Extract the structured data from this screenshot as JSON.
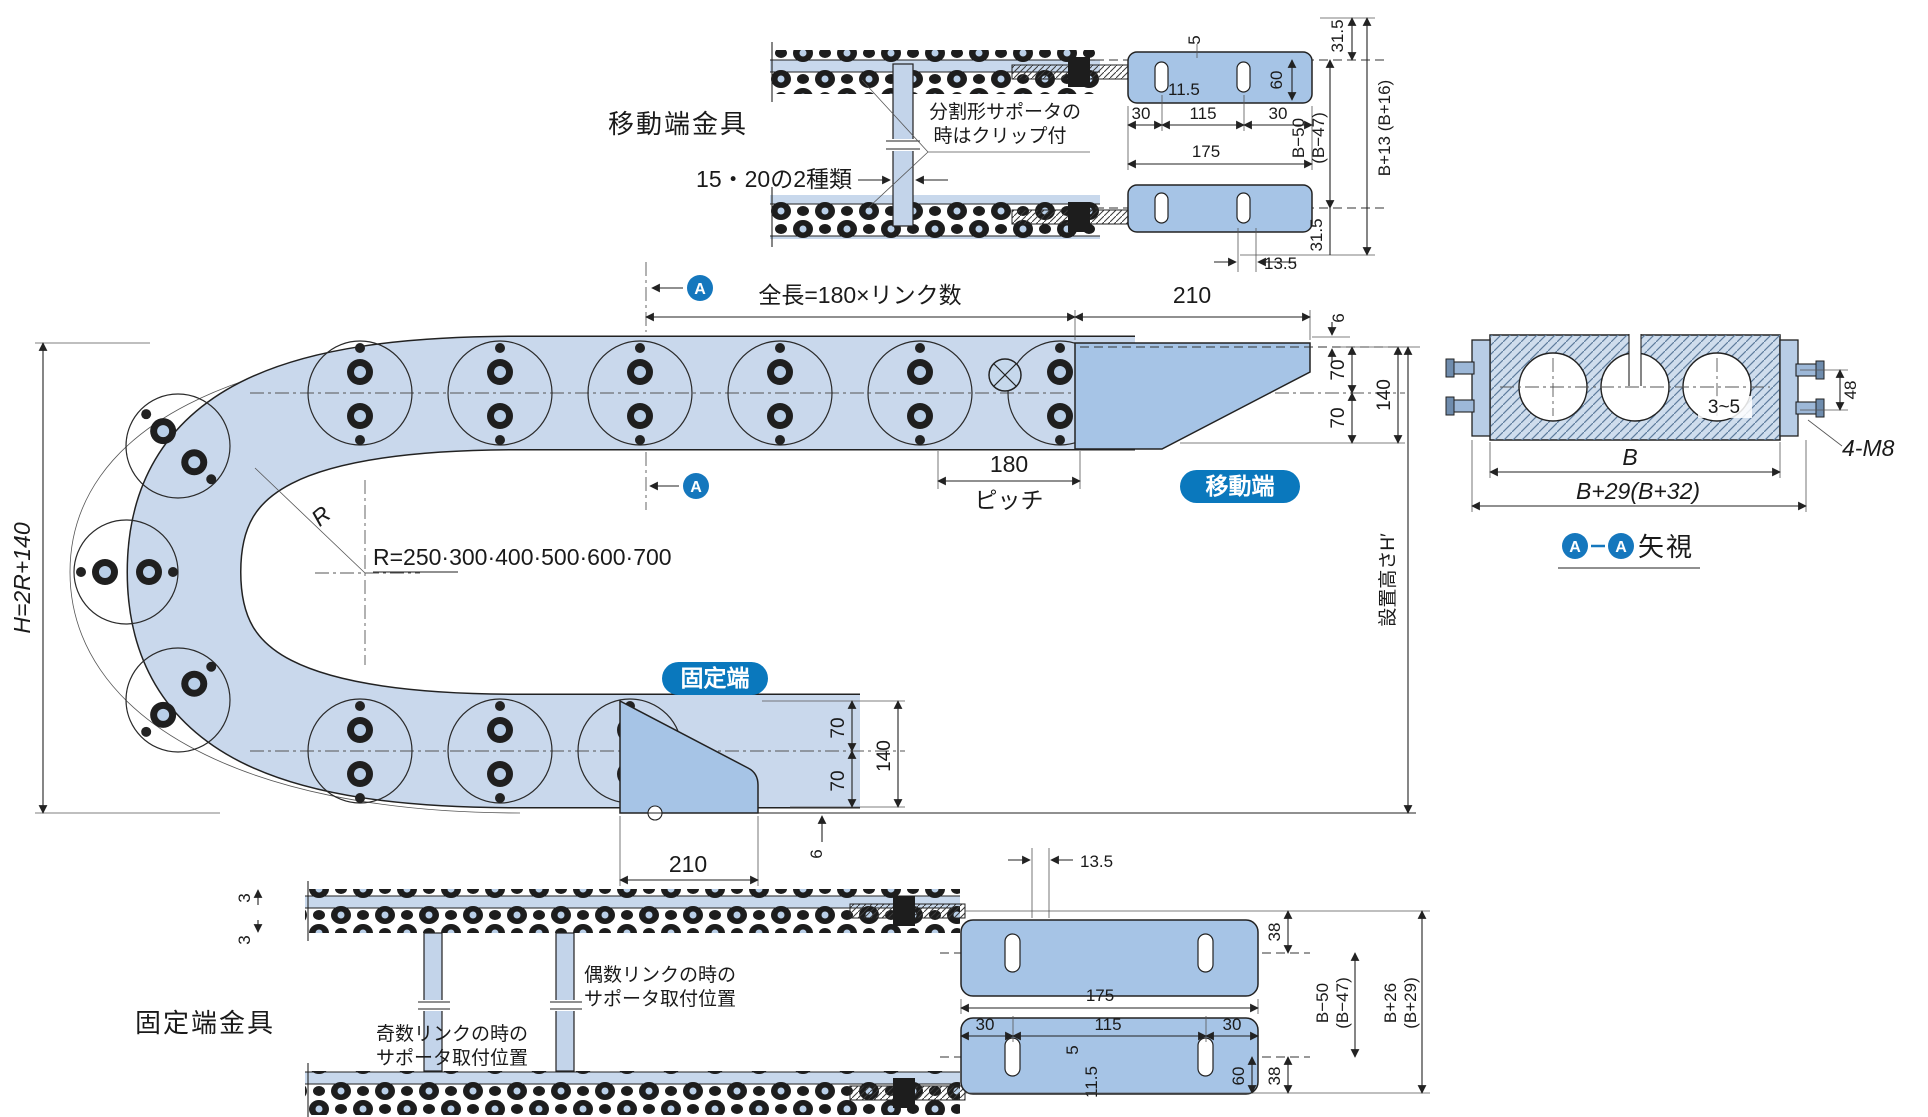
{
  "markers": {
    "a": "A",
    "dash": "−"
  },
  "top_detail": {
    "title": "移動端金具",
    "variants": "15・20の2種類",
    "note1": "分割形サポータの",
    "note2": "時はクリップ付",
    "d5": "5",
    "d11_5": "11.5",
    "d60": "60",
    "d30l": "30",
    "d115": "115",
    "d30r": "30",
    "d175": "175",
    "d31_5_top": "31.5",
    "d31_5_bot": "31.5",
    "d13_5": "13.5",
    "b50": "B−50",
    "b47": "(B−47)",
    "b13": "B+13 (B+16)"
  },
  "main": {
    "overall_length": "全長=180×リンク数",
    "d210": "210",
    "d6_top": "6",
    "d70a": "70",
    "d70b": "70",
    "d140": "140",
    "pitch": "180",
    "pitch_label": "ピッチ",
    "moving_badge": "移動端",
    "fixed_badge": "固定端",
    "r_label": "R",
    "r_values": "R=250·300·400·500·600·700",
    "h_label": "H=2R+140",
    "install_h": "設置高さH′",
    "d70c": "70",
    "d70d": "70",
    "d140b": "140",
    "d6_bot": "6",
    "d210b": "210"
  },
  "section": {
    "d3_5": "3~5",
    "d48": "48",
    "bolt": "4-M8",
    "b": "B",
    "b29": "B+29(B+32)",
    "view": "矢視"
  },
  "bottom_detail": {
    "title": "固定端金具",
    "even1": "偶数リンクの時の",
    "even2": "サポータ取付位置",
    "odd1": "奇数リンクの時の",
    "odd2": "サポータ取付位置",
    "d3a": "3",
    "d3b": "3",
    "d13_5": "13.5",
    "d175": "175",
    "d30l": "30",
    "d115": "115",
    "d30r": "30",
    "d5": "5",
    "d11_5": "11.5",
    "d60": "60",
    "d38t": "38",
    "d38b": "38",
    "b50": "B−50",
    "b47": "(B−47)",
    "b26": "B+26",
    "b29": "(B+29)"
  }
}
